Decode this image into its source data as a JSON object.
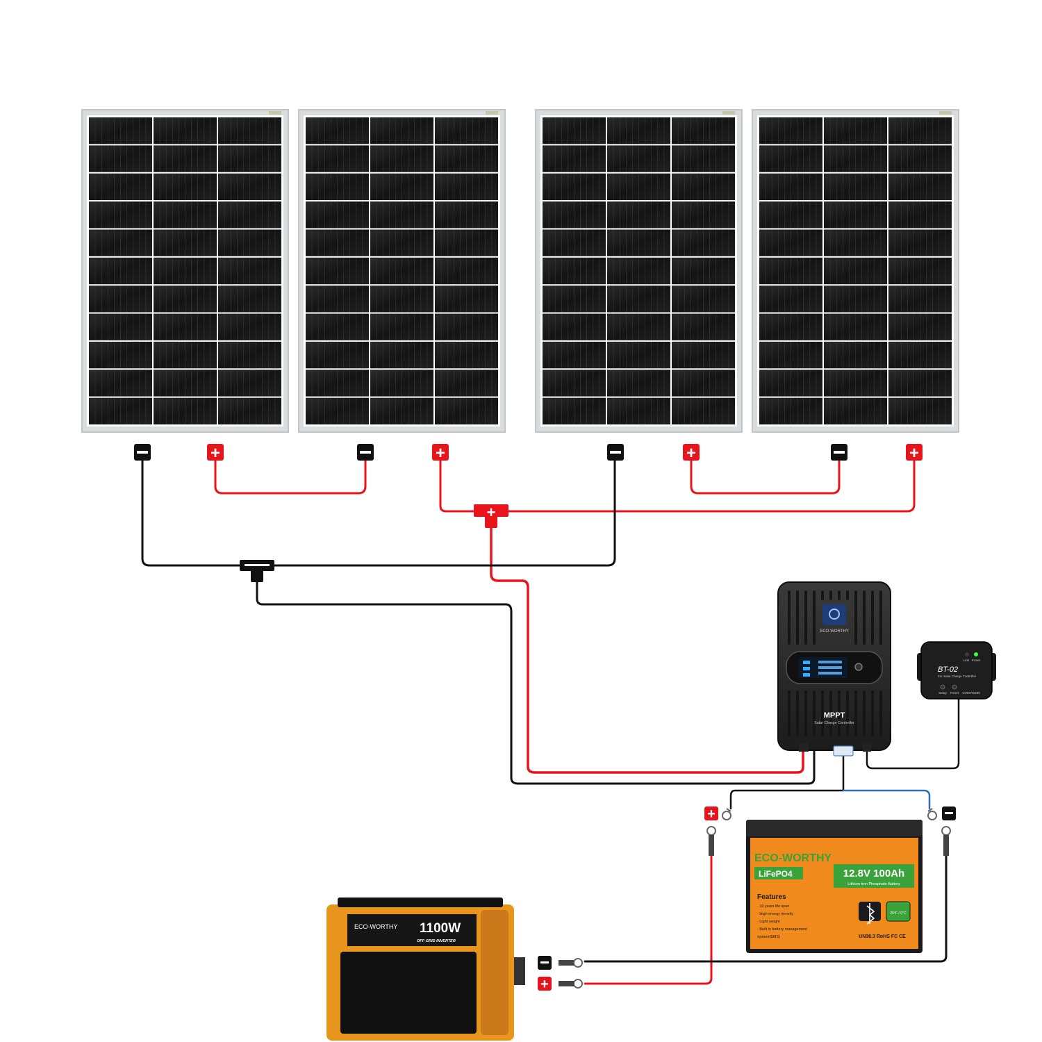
{
  "colors": {
    "positive_wire": "#e8141c",
    "negative_wire": "#111111",
    "comm_wire": "#2f6fb4",
    "panel_frame": "#d9dcdf",
    "panel_cell": "#161616",
    "battery_orange": "#f08a1c",
    "battery_green": "#3aa23a",
    "inverter_orange": "#e8951e"
  },
  "panels": [
    {
      "name": "solar-panel-1",
      "neg_terminal": "−",
      "pos_terminal": "+"
    },
    {
      "name": "solar-panel-2",
      "neg_terminal": "−",
      "pos_terminal": "+"
    },
    {
      "name": "solar-panel-3",
      "neg_terminal": "−",
      "pos_terminal": "+"
    },
    {
      "name": "solar-panel-4",
      "neg_terminal": "−",
      "pos_terminal": "+"
    }
  ],
  "branch_connectors": {
    "positive": "+",
    "negative": "−"
  },
  "controller": {
    "brand": "ECO-WORTHY",
    "model": "MPPT",
    "subtitle": "Solar Charge Controller"
  },
  "bluetooth_module": {
    "model": "BT-02",
    "subtitle": "For Solar Charge Controller",
    "led_link": "Link",
    "led_power": "Power",
    "button_setup": "Setup",
    "button_reset": "Reset",
    "port": "COM RS485"
  },
  "battery": {
    "brand": "ECO-WORTHY",
    "chemistry": "LiFePO4",
    "rating": "12.8V 100Ah",
    "rating_sub": "Lithium Iron Phosphate Battery",
    "features_title": "Features",
    "features": [
      "· 10 years life span",
      "· High energy density",
      "· Light weight",
      "· Built in battery management",
      "  system(BMS)"
    ],
    "temp_badge": "25°F / 0°C",
    "cert_marks": "UN38.3  RoHS  FC  CE",
    "pos_terminal": "+",
    "neg_terminal": "−"
  },
  "inverter": {
    "brand": "ECO-WORTHY",
    "power": "1100W",
    "subtitle": "OFF-GRID INVERTER",
    "neg_terminal": "−",
    "pos_terminal": "+"
  }
}
